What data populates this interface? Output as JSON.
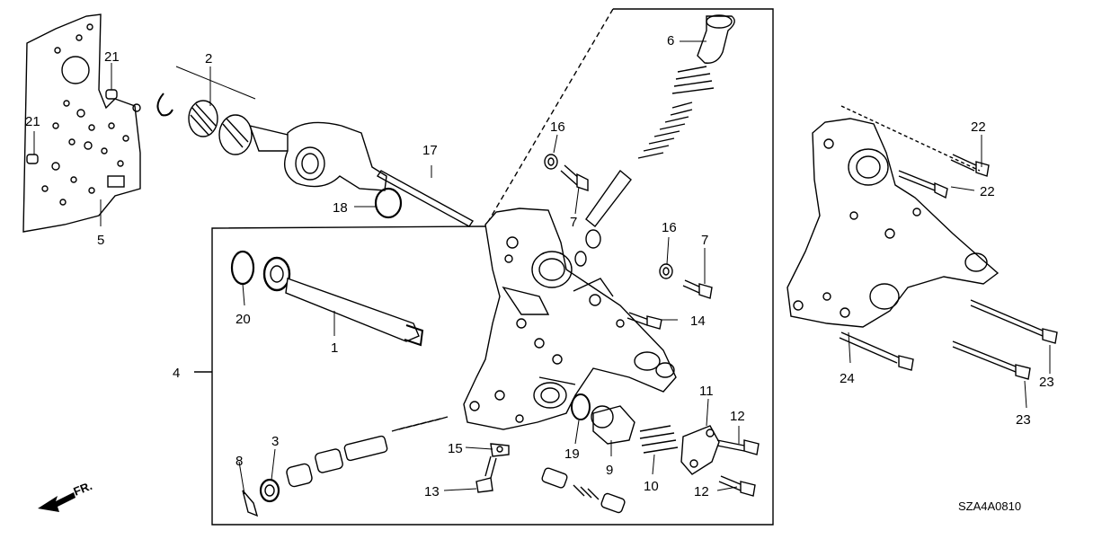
{
  "diagram": {
    "code": "SZA4A0810",
    "fr_label": "FR.",
    "callouts": {
      "c1": "1",
      "c2": "2",
      "c3": "3",
      "c4": "4",
      "c5": "5",
      "c6": "6",
      "c7a": "7",
      "c7b": "7",
      "c8": "8",
      "c9": "9",
      "c10": "10",
      "c11": "11",
      "c12a": "12",
      "c12b": "12",
      "c13": "13",
      "c14": "14",
      "c15": "15",
      "c16a": "16",
      "c16b": "16",
      "c17": "17",
      "c18": "18",
      "c19": "19",
      "c20": "20",
      "c21a": "21",
      "c21b": "21",
      "c22a": "22",
      "c22b": "22",
      "c23a": "23",
      "c23b": "23",
      "c24": "24"
    }
  }
}
